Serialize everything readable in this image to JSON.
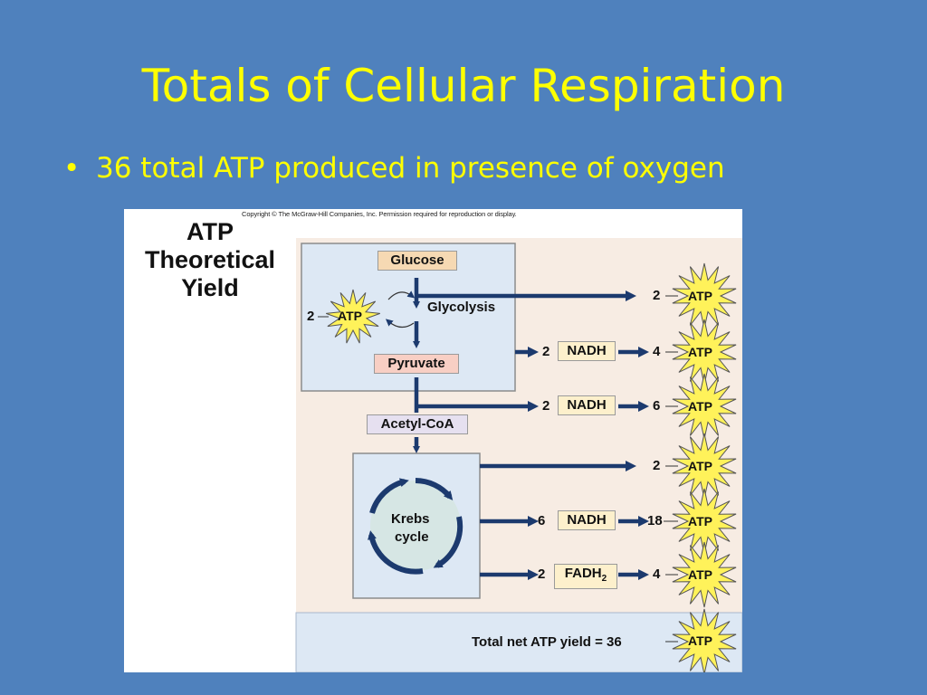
{
  "slide": {
    "title": "Totals of Cellular Respiration",
    "bullet": "36 total ATP produced in presence of oxygen"
  },
  "figure": {
    "copyright": "Copyright © The McGraw-Hill Companies, Inc. Permission required for reproduction or display.",
    "title_lines": [
      "ATP",
      "Theoretical",
      "Yield"
    ],
    "glucose": "Glucose",
    "glycolysis": "Glycolysis",
    "pyruvate": "Pyruvate",
    "acetyl_coa": "Acetyl-CoA",
    "krebs_lines": [
      "Krebs",
      "cycle"
    ],
    "atp_label": "ATP",
    "glycolysis_investment": "2",
    "nadh_label": "NADH",
    "fadh_label": "FADH",
    "fadh_subscript": "2",
    "yields": [
      {
        "carrier_count": "",
        "carrier": "",
        "atp": "2"
      },
      {
        "carrier_count": "2",
        "carrier": "NADH",
        "atp": "4"
      },
      {
        "carrier_count": "2",
        "carrier": "NADH",
        "atp": "6"
      },
      {
        "carrier_count": "",
        "carrier": "",
        "atp": "2"
      },
      {
        "carrier_count": "6",
        "carrier": "NADH",
        "atp": "18"
      },
      {
        "carrier_count": "2",
        "carrier": "FADH2",
        "atp": "4"
      }
    ],
    "total_label": "Total net ATP yield = 36"
  },
  "colors": {
    "background": "#4f81bd",
    "title": "#ffff00",
    "arrow": "#1c3a6e",
    "panel": "#dde8f4",
    "beige": "#f7ece3",
    "atp_star": "#fff25a"
  }
}
